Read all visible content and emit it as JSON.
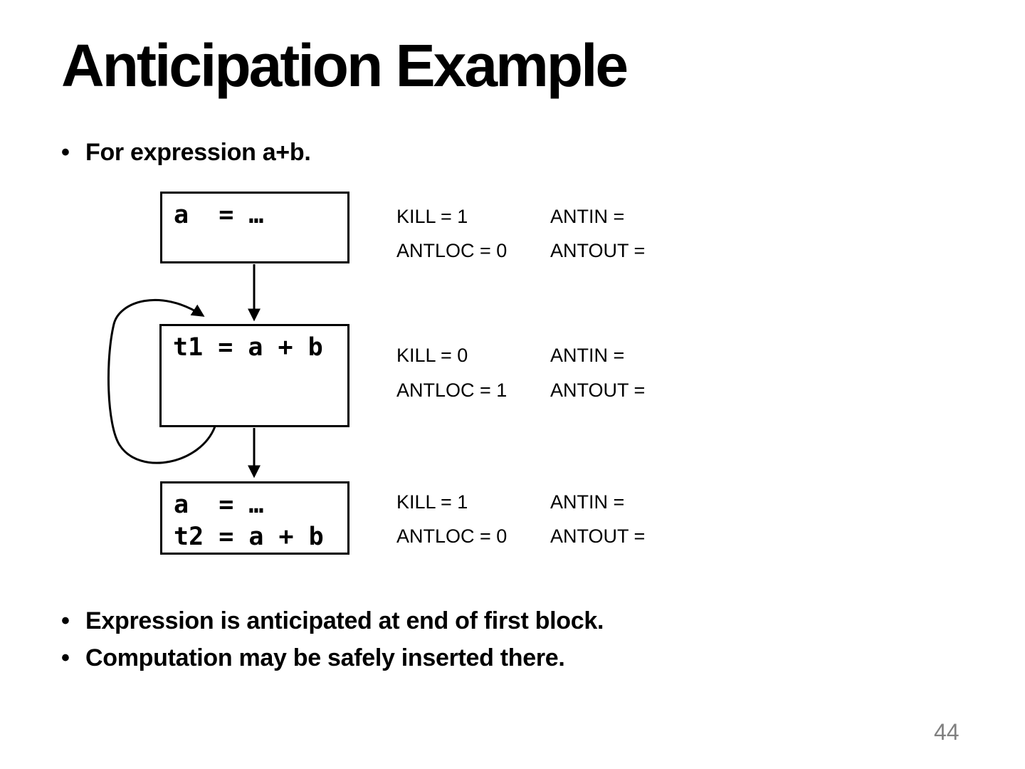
{
  "slide": {
    "title": "Anticipation Example",
    "bullet_glyph": "•",
    "top_bullet": "For expression a+b.",
    "bottom_bullets": [
      "Expression is anticipated at end of first block.",
      "Computation may be safely inserted there."
    ],
    "page_number": "44"
  },
  "diagram": {
    "blocks": [
      {
        "name": "block-1",
        "lines": [
          "a  = …"
        ]
      },
      {
        "name": "block-2",
        "lines": [
          "t1 = a + b"
        ]
      },
      {
        "name": "block-3",
        "lines": [
          "a  = …",
          "t2 = a + b"
        ]
      }
    ],
    "annotations": [
      {
        "kill": "KILL = 1",
        "antloc": "ANTLOC = 0",
        "antin": "ANTIN =",
        "antout": "ANTOUT ="
      },
      {
        "kill": "KILL = 0",
        "antloc": "ANTLOC = 1",
        "antin": "ANTIN =",
        "antout": "ANTOUT ="
      },
      {
        "kill": "KILL = 1",
        "antloc": "ANTLOC = 0",
        "antin": "ANTIN =",
        "antout": "ANTOUT ="
      }
    ]
  },
  "colors": {
    "text": "#000000",
    "background": "#ffffff",
    "stroke": "#000000",
    "page_number": "#808080"
  }
}
